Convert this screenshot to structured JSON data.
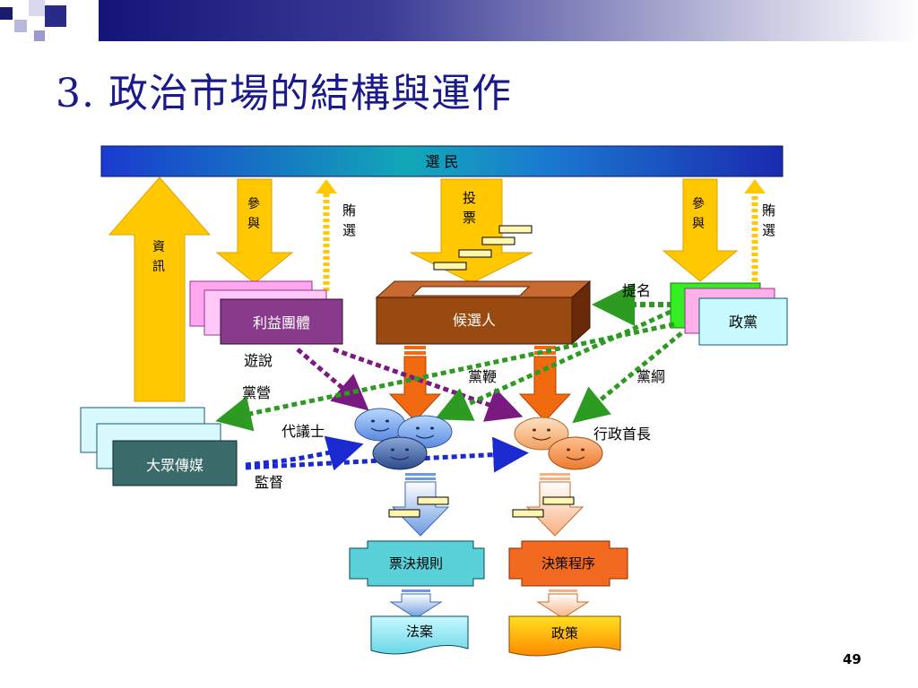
{
  "slide": {
    "title": "3. 政治市場的結構與運作",
    "page_number": "49"
  },
  "diagram": {
    "voters": "選 民",
    "info": "資訊",
    "participate_left": "參與",
    "participate_right": "參與",
    "bribery_left": "賄選",
    "bribery_right": "賄選",
    "vote": "投票",
    "nominate": "提名",
    "interest_groups": "利益團體",
    "candidates": "候選人",
    "political_party": "政黨",
    "lobbying": "遊說",
    "party_whip": "黨鞭",
    "party_platform": "黨綱",
    "party_run_media": "黨營",
    "legislators": "代議士",
    "executive_head": "行政首長",
    "mass_media": "大眾傳媒",
    "supervise": "監督",
    "voting_rules": "票決規則",
    "policy_process": "決策程序",
    "bills": "法案",
    "policy": "政策"
  },
  "colors": {
    "title": "#1a1a8c",
    "arrow_yellow": "#ffc800",
    "arrow_orange": "#f26a10",
    "party_dash": "#2d9a22",
    "lobby_dash": "#7a1a80",
    "media_dash": "#1a2ad0",
    "ballot_box": "#9a4a10"
  }
}
